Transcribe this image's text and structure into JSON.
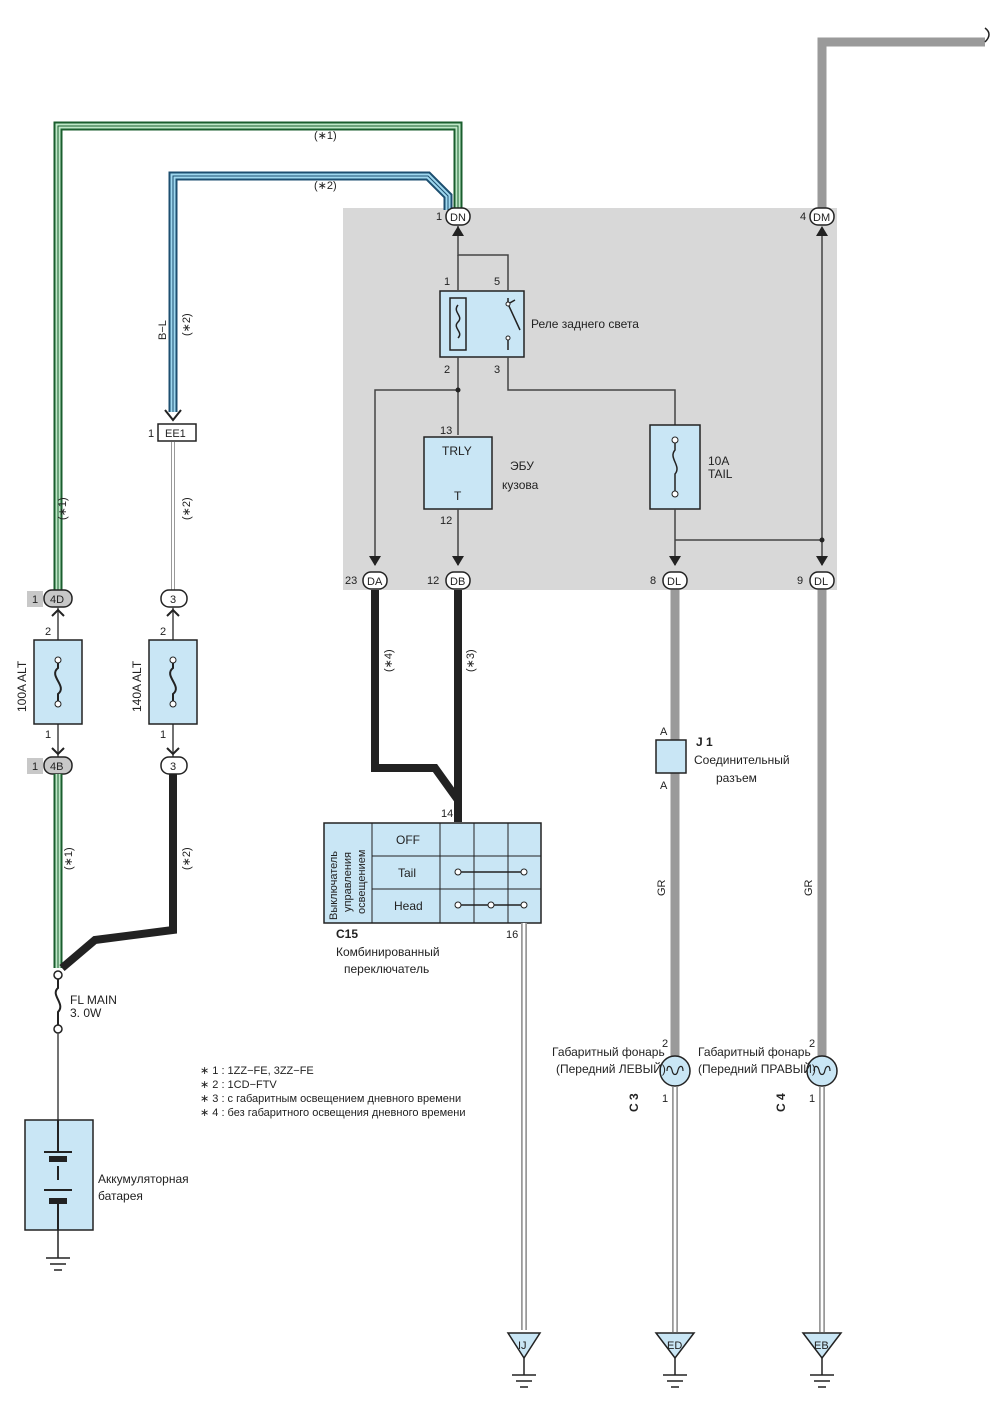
{
  "ecu_block": {
    "relay_label": "Реле заднего света",
    "ecu_label_1": "ЭБУ",
    "ecu_label_2": "кузова",
    "ecu_trly": "TRLY",
    "ecu_t": "T",
    "fuse_tail_1": "10A",
    "fuse_tail_2": "TAIL",
    "pins": {
      "dn_num": "1",
      "dn": "DN",
      "dm_num": "4",
      "dm": "DM",
      "da_num": "23",
      "da": "DA",
      "db_num": "12",
      "db": "DB",
      "dl8_num": "8",
      "dl": "DL",
      "dl9_num": "9",
      "relay_1": "1",
      "relay_5": "5",
      "relay_2": "2",
      "relay_3": "3",
      "ecu_13": "13",
      "ecu_12": "12"
    }
  },
  "wires": {
    "w1_top": "(∗1)",
    "w2_top": "(∗2)",
    "bl_label": "B−L",
    "bl_note": "(∗2)",
    "ee1_pin": "1",
    "ee1": "EE1",
    "note_mid_left": "(∗1)",
    "note_mid_right": "(∗2)",
    "note_lower_left": "(∗1)",
    "note_lower_right": "(∗2)",
    "note_da": "(∗4)",
    "note_db": "(∗3)",
    "gr_left": "GR",
    "gr_right": "GR"
  },
  "fuses": {
    "alt100": "100A ALT",
    "alt140": "140A ALT",
    "c4d_pin": "1",
    "c4d": "4D",
    "c4b_pin": "1",
    "c4b": "4B",
    "c3_top": "3",
    "c3_bot": "3",
    "f_pin2_a": "2",
    "f_pin1_a": "1",
    "f_pin2_b": "2",
    "f_pin1_b": "1",
    "fl_main_1": "FL MAIN",
    "fl_main_2": "3. 0W"
  },
  "battery": {
    "label_1": "Аккумуляторная",
    "label_2": "батарея"
  },
  "switch": {
    "pin14": "14",
    "pin16": "16",
    "vertical_1": "Выключатель",
    "vertical_2": "управления",
    "vertical_3": "освещением",
    "off": "OFF",
    "tail": "Tail",
    "head": "Head",
    "code": "C15",
    "name_1": "Комбинированный",
    "name_2": "переключатель"
  },
  "junction": {
    "code": "J 1",
    "name_1": "Соединительный",
    "name_2": "разъем",
    "pin_a_top": "A",
    "pin_a_bot": "A"
  },
  "lamps": {
    "left_1": "Габаритный фонарь",
    "left_2": "(Передний ЛЕВЫЙ)",
    "left_code": "C 3",
    "right_1": "Габаритный фонарь",
    "right_2": "(Передний ПРАВЫЙ)",
    "right_code": "C 4",
    "pin2": "2",
    "pin1": "1"
  },
  "grounds": {
    "ij": "IJ",
    "ed": "ED",
    "eb": "EB"
  },
  "legend": [
    "∗ 1 : 1ZZ−FE,  3ZZ−FE",
    "∗ 2 : 1CD−FTV",
    "∗ 3 : с габаритным освещением дневного времени",
    "∗ 4 : без габаритного освещения дневного времени"
  ]
}
